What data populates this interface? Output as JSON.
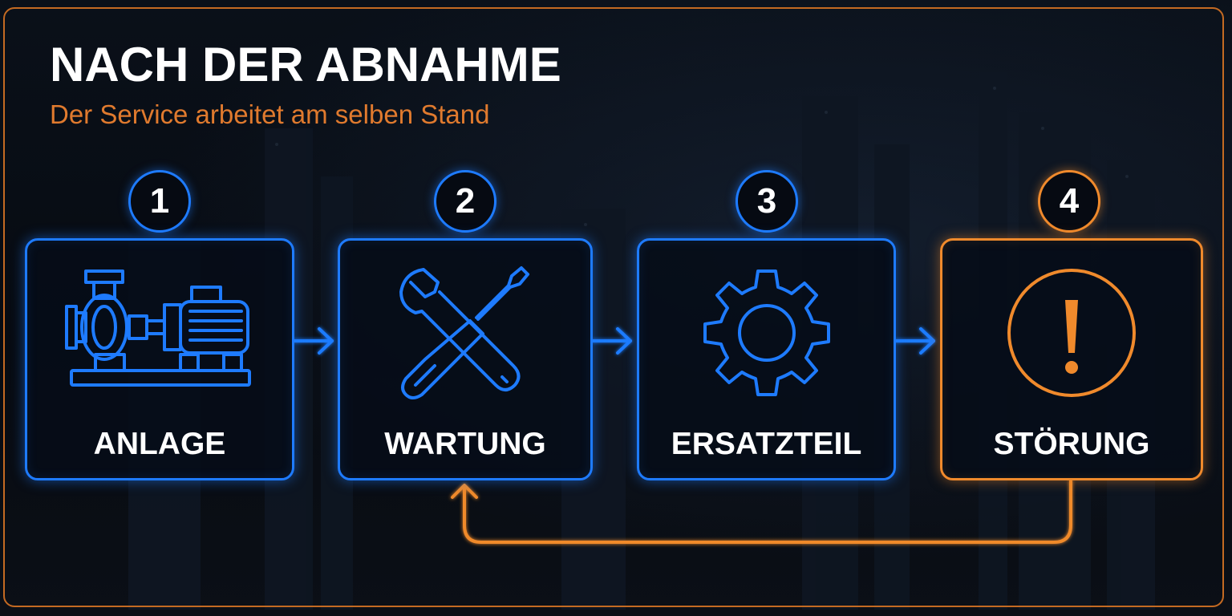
{
  "header": {
    "title": "NACH DER ABNAHME",
    "subtitle": "Der Service arbeitet am selben Stand"
  },
  "colors": {
    "accent_blue": "#1e7bff",
    "accent_orange": "#f08a2c",
    "background": "#060a12"
  },
  "steps": [
    {
      "number": "1",
      "label": "ANLAGE",
      "icon": "pump-motor-icon",
      "color": "blue"
    },
    {
      "number": "2",
      "label": "WARTUNG",
      "icon": "wrench-screwdriver-icon",
      "color": "blue"
    },
    {
      "number": "3",
      "label": "ERSATZTEIL",
      "icon": "gear-icon",
      "color": "blue"
    },
    {
      "number": "4",
      "label": "STÖRUNG",
      "icon": "warning-icon",
      "color": "orange"
    }
  ],
  "flow": {
    "arrows": [
      "1→2",
      "2→3",
      "3→4"
    ],
    "feedback": "4→2"
  }
}
